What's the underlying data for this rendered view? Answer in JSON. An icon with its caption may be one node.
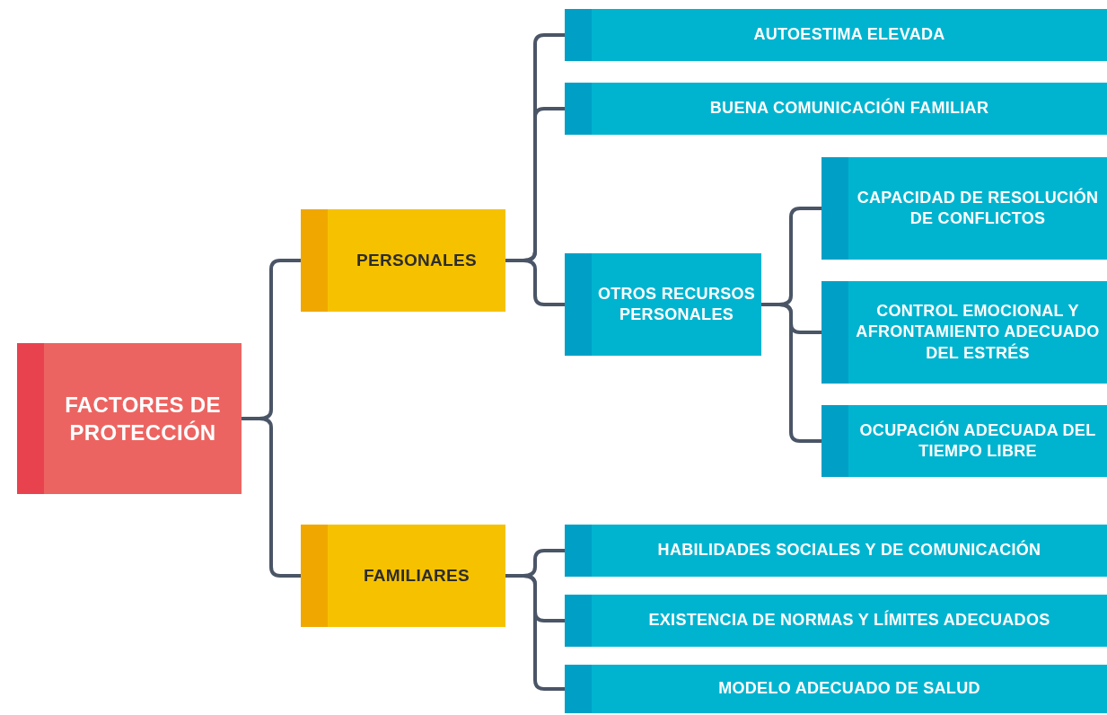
{
  "diagram": {
    "nodes": [
      {
        "text": [
          "FACTORES DE PROTECCIÓN"
        ]
      },
      {
        "text": [
          "PERSONALES"
        ]
      },
      {
        "text": [
          "FAMILIARES"
        ]
      },
      {
        "text": [
          "AUTOESTIMA ELEVADA"
        ]
      },
      {
        "text": [
          "BUENA COMUNICACIÓN FAMILIAR"
        ]
      },
      {
        "text": [
          "OTROS RECURSOS PERSONALES"
        ]
      },
      {
        "text": [
          "CAPACIDAD DE RESOLUCIÓN DE CONFLICTOS"
        ]
      },
      {
        "text": [
          "CONTROL EMOCIONAL Y AFRONTAMIENTO ADECUADO DEL ESTRÉS"
        ]
      },
      {
        "text": [
          "OCUPACIÓN ADECUADA DEL TIEMPO LIBRE"
        ]
      },
      {
        "text": [
          "HABILIDADES SOCIALES Y DE COMUNICACIÓN"
        ]
      },
      {
        "text": [
          "EXISTENCIA DE NORMAS Y LÍMITES ADECUADOS"
        ]
      },
      {
        "text": [
          "MODELO ADECUADO DE SALUD"
        ]
      }
    ],
    "edges": [
      {
        "from": 0,
        "to": 1,
        "arrow": "none"
      },
      {
        "from": 0,
        "to": 2,
        "arrow": "none"
      },
      {
        "from": 1,
        "to": 3,
        "arrow": "none"
      },
      {
        "from": 1,
        "to": 4,
        "arrow": "none"
      },
      {
        "from": 1,
        "to": 5,
        "arrow": "none"
      },
      {
        "from": 5,
        "to": 6,
        "arrow": "none"
      },
      {
        "from": 5,
        "to": 7,
        "arrow": "none"
      },
      {
        "from": 5,
        "to": 8,
        "arrow": "none"
      },
      {
        "from": 2,
        "to": 9,
        "arrow": "none"
      },
      {
        "from": 2,
        "to": 10,
        "arrow": "none"
      },
      {
        "from": 2,
        "to": 11,
        "arrow": "none"
      }
    ]
  }
}
